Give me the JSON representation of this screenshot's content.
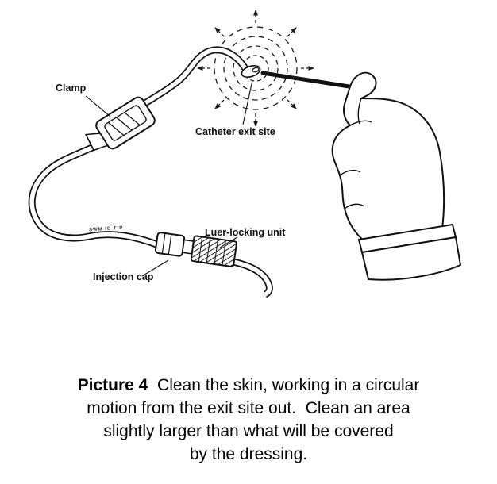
{
  "figure": {
    "labels": {
      "clamp": "Clamp",
      "catheter_exit_site": "Catheter exit site",
      "luer_locking_unit": "Luer-locking unit",
      "injection_cap": "Injection cap"
    },
    "tube_marking": "SWM ID TIP"
  },
  "caption": {
    "title": "Picture 4",
    "line1": "  Clean the skin, working in a circular",
    "line2": "motion from the exit site out.  Clean an area",
    "line3": "slightly larger than what will be covered",
    "line4": "by the dressing."
  }
}
